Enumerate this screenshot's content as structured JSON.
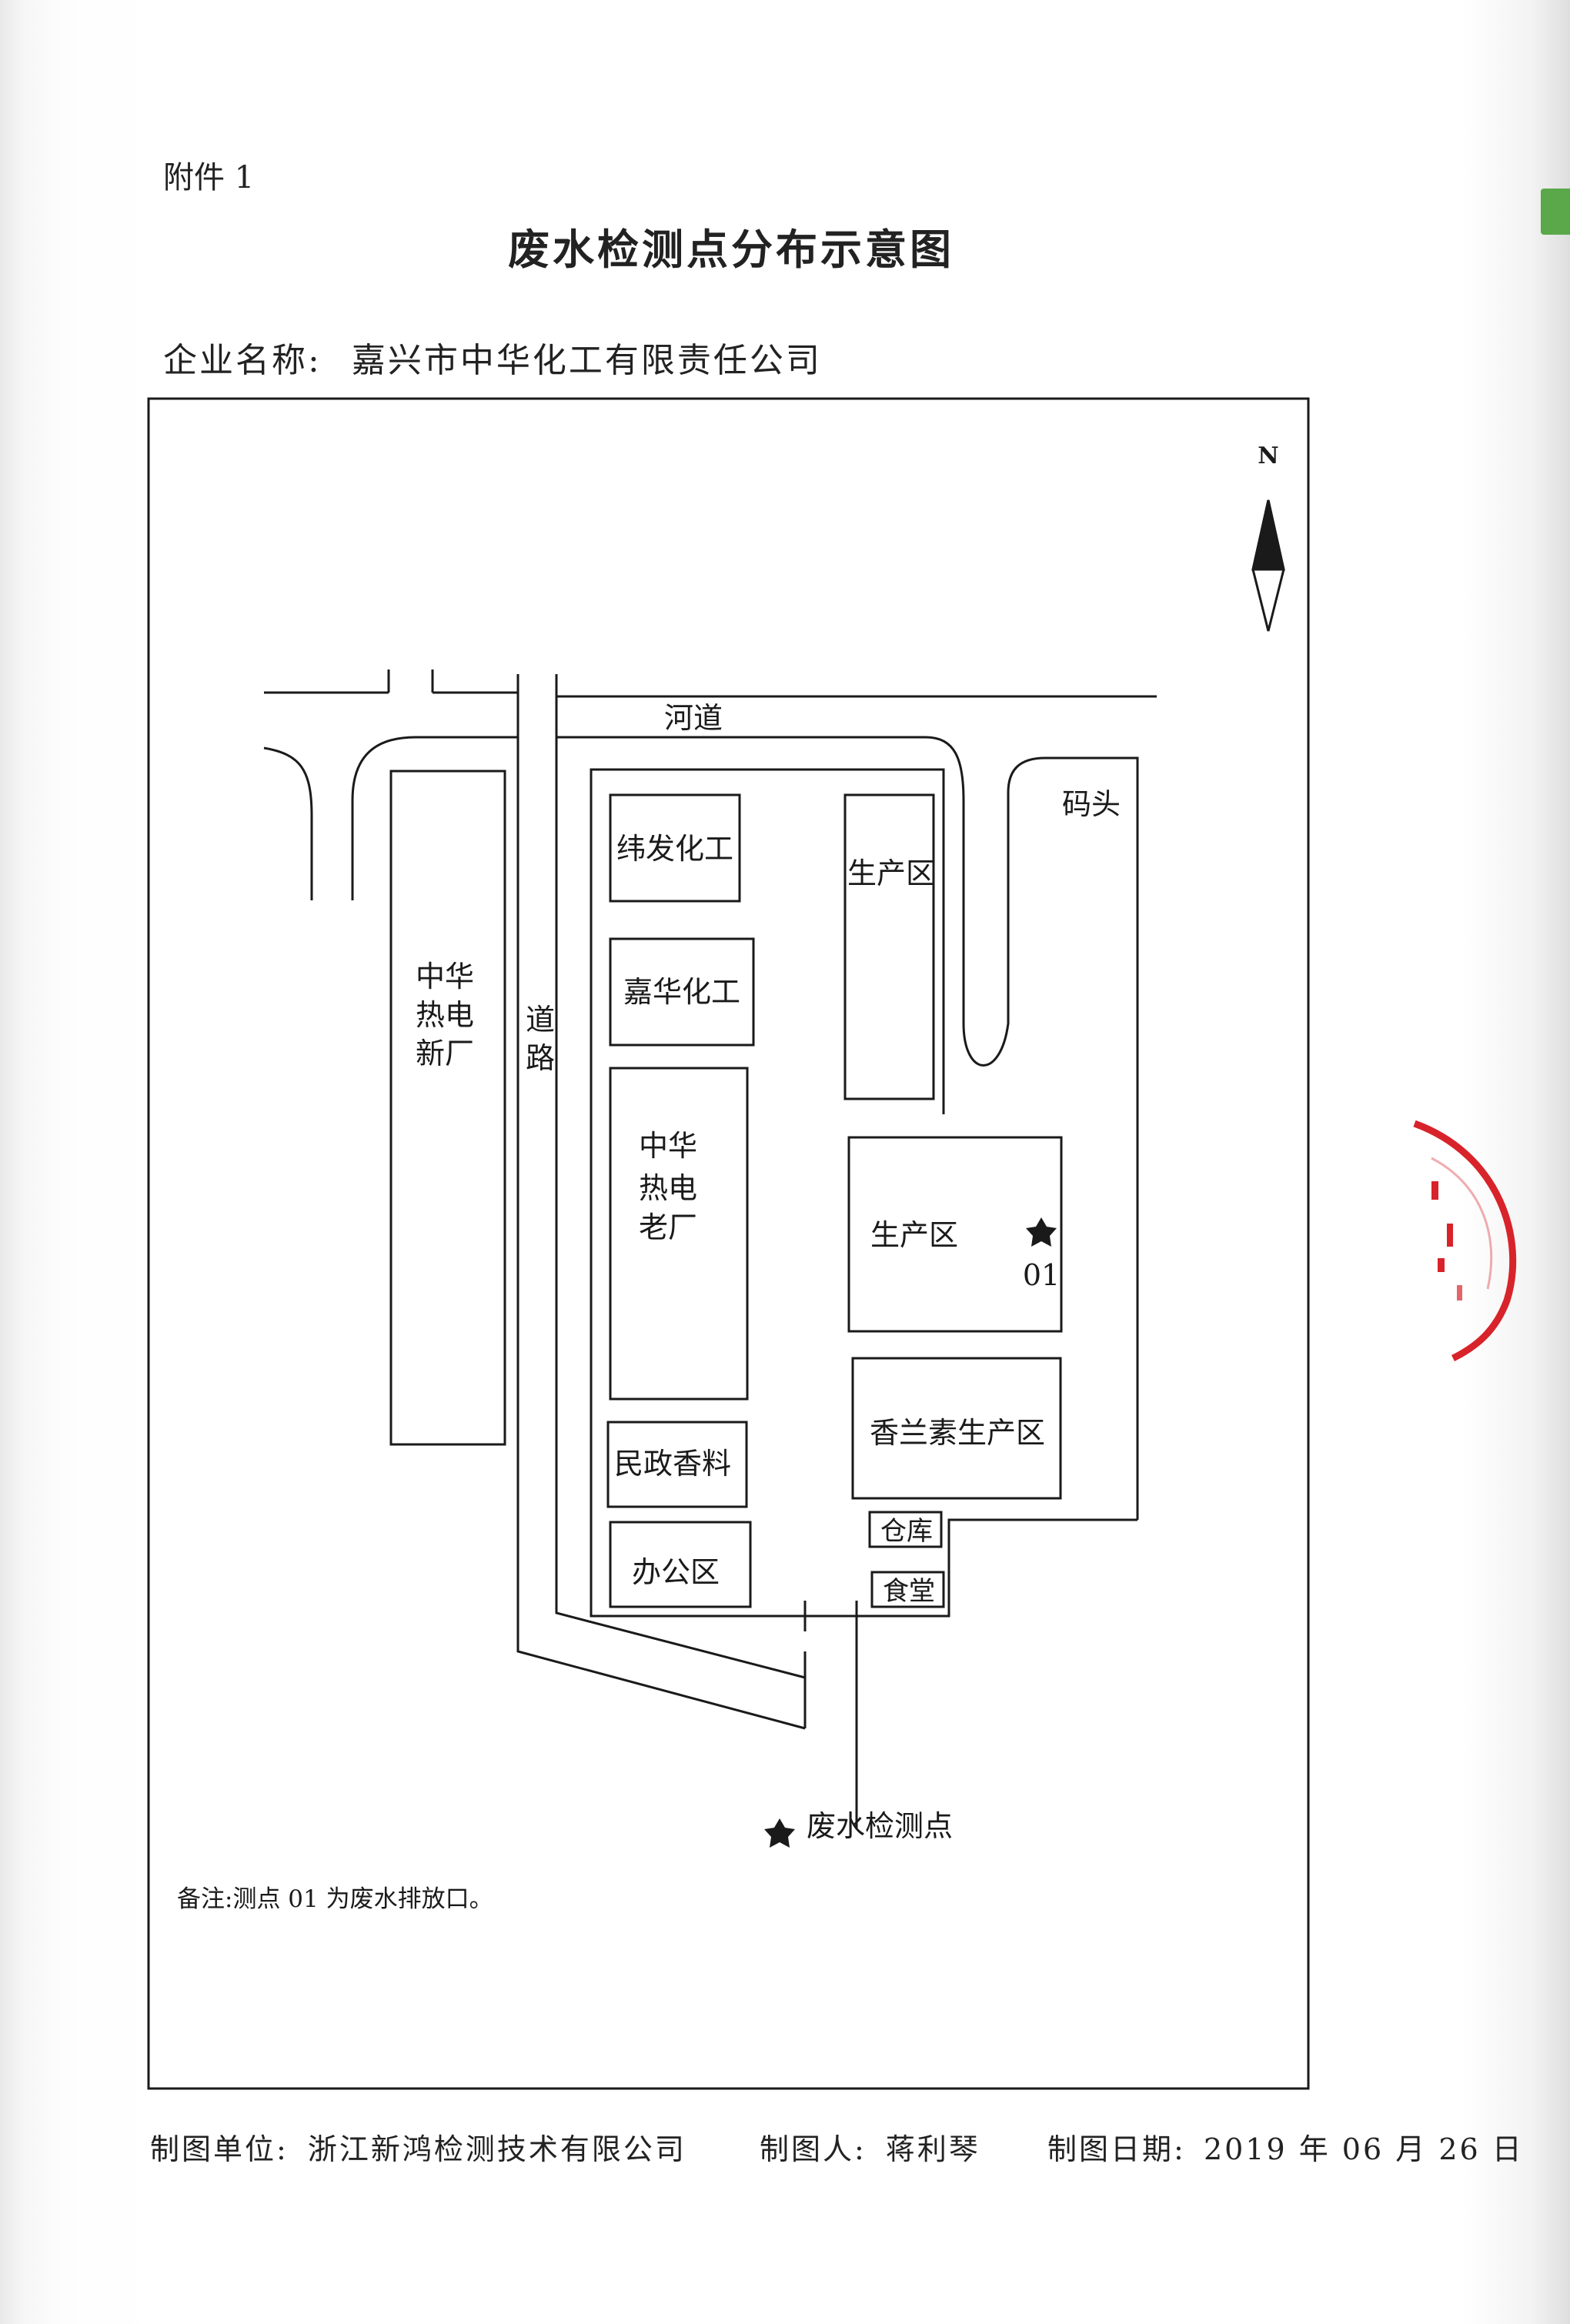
{
  "header": {
    "attachment": "附件 1",
    "title": "废水检测点分布示意图",
    "company_label": "企业名称:",
    "company_name": "嘉兴市中华化工有限责任公司"
  },
  "map": {
    "north": "N",
    "labels": {
      "river": "河道",
      "dock": "码头",
      "road": [
        "道",
        "路"
      ],
      "zhonghua_new": [
        "中华",
        "热电",
        "新厂"
      ],
      "weifa": "纬发化工",
      "jiahua": "嘉华化工",
      "zhonghua_old": [
        "中华",
        "热电",
        "老厂"
      ],
      "minzheng": "民政香料",
      "office": "办公区",
      "production_top": "生产区",
      "production_mid": "生产区",
      "vanillin": "香兰素生产区",
      "warehouse": "仓库",
      "canteen": "食堂",
      "point_id": "01"
    },
    "legend": "废水检测点",
    "note": "备注:测点 01 为废水排放口。"
  },
  "footer": {
    "unit_label": "制图单位:",
    "unit": "浙江新鸿检测技术有限公司",
    "author_label": "制图人:",
    "author": "蒋利琴",
    "date_label": "制图日期:",
    "date": "2019 年 06 月 26 日"
  },
  "colors": {
    "line": "#1a1a1a",
    "seal": "#d8232a",
    "tab": "#5aa84a"
  }
}
